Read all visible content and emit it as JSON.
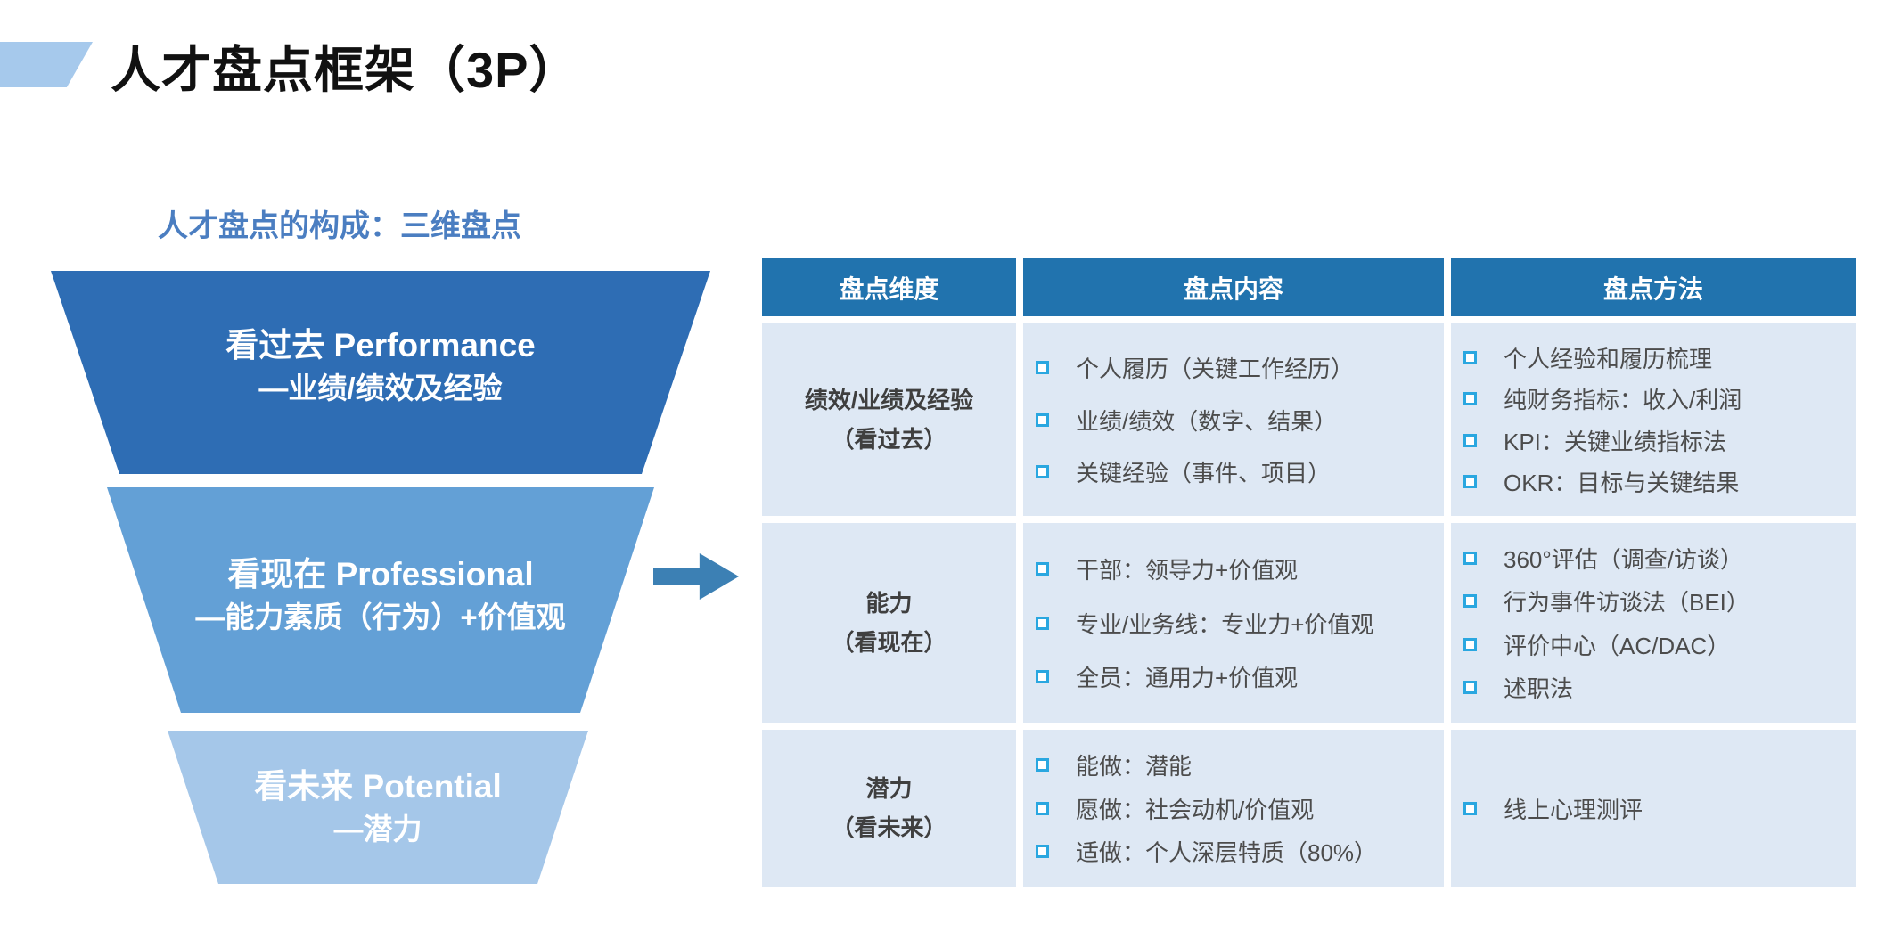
{
  "slide": {
    "title": "人才盘点框架（3P）",
    "funnel_caption": "人才盘点的构成：三维盘点"
  },
  "colors": {
    "title_accent": "#A6C9EC",
    "subtitle": "#4B7EC1",
    "arrow": "#3C80B4",
    "table_header_bg": "#2173AE",
    "table_cell_bg": "#DEE8F4",
    "bullet": "#2AA7E0"
  },
  "funnel": {
    "levels": [
      {
        "line1": "看过去 Performance",
        "line2": "—业绩/绩效及经验",
        "color": "#2E6DB4"
      },
      {
        "line1": "看现在 Professional",
        "line2": "—能力素质（行为）+价值观",
        "color": "#63A0D6"
      },
      {
        "line1": "看未来 Potential",
        "line2": "—潜力",
        "color": "#A5C7E9"
      }
    ]
  },
  "table": {
    "headers": [
      "盘点维度",
      "盘点内容",
      "盘点方法"
    ],
    "rows": [
      {
        "dimension_line1": "绩效/业绩及经验",
        "dimension_line2": "（看过去）",
        "contents": [
          "个人履历（关键工作经历）",
          "业绩/绩效（数字、结果）",
          "关键经验（事件、项目）"
        ],
        "methods": [
          "个人经验和履历梳理",
          "纯财务指标：收入/利润",
          "KPI：关键业绩指标法",
          "OKR：目标与关键结果"
        ]
      },
      {
        "dimension_line1": "能力",
        "dimension_line2": "（看现在）",
        "contents": [
          "干部：领导力+价值观",
          "专业/业务线：专业力+价值观",
          "全员：通用力+价值观"
        ],
        "methods": [
          "360°评估（调查/访谈）",
          "行为事件访谈法（BEI）",
          "评价中心（AC/DAC）",
          "述职法"
        ]
      },
      {
        "dimension_line1": "潜力",
        "dimension_line2": "（看未来）",
        "contents": [
          "能做：潜能",
          "愿做：社会动机/价值观",
          "适做：个人深层特质（80%）"
        ],
        "methods": [
          "线上心理测评"
        ]
      }
    ]
  }
}
